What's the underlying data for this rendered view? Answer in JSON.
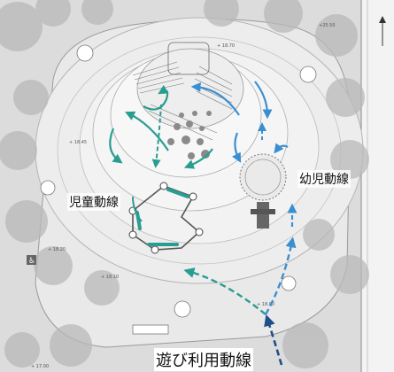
{
  "labels": {
    "child_route": "児童動線",
    "infant_route": "幼児動線",
    "play_use_route": "遊び利用動線"
  },
  "elevations": [
    "18.70",
    "18.45",
    "18.20",
    "18.10",
    "18.00",
    "17.00",
    "25.50"
  ],
  "colors": {
    "child_route": "#2a9d92",
    "infant_route": "#3a8fd0",
    "play_use_route": "#2a9d92",
    "entry_route": "#1f4f8a"
  },
  "icons": [
    "tree-symbol",
    "wheelchair-icon",
    "north-arrow"
  ]
}
